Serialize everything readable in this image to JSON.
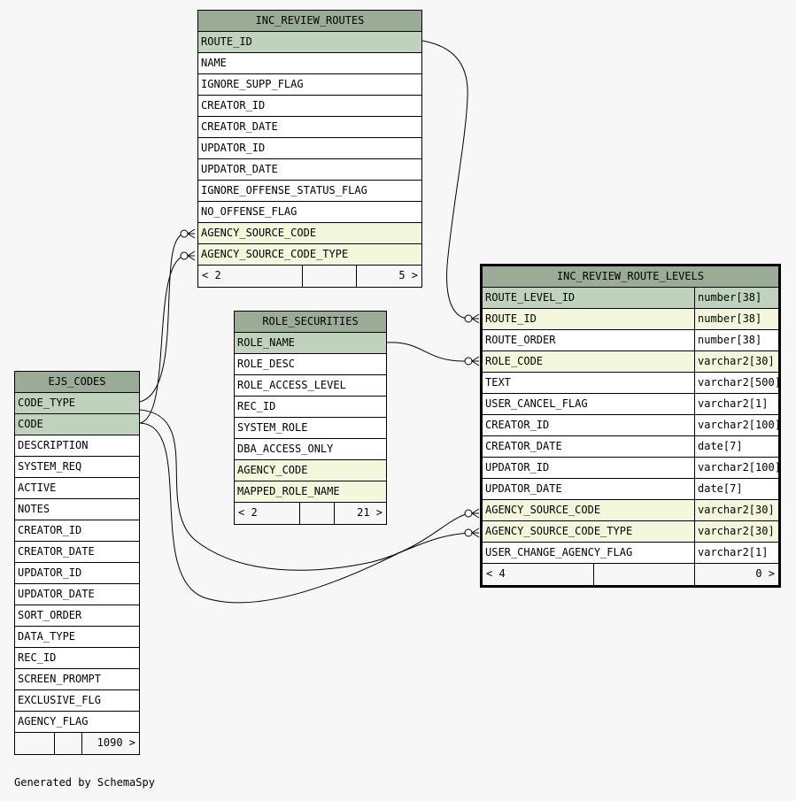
{
  "tables": {
    "routes": {
      "name": "INC_REVIEW_ROUTES",
      "columns": [
        {
          "name": "ROUTE_ID",
          "kind": "pk"
        },
        {
          "name": "NAME",
          "kind": ""
        },
        {
          "name": "IGNORE_SUPP_FLAG",
          "kind": ""
        },
        {
          "name": "CREATOR_ID",
          "kind": ""
        },
        {
          "name": "CREATOR_DATE",
          "kind": ""
        },
        {
          "name": "UPDATOR_ID",
          "kind": ""
        },
        {
          "name": "UPDATOR_DATE",
          "kind": ""
        },
        {
          "name": "IGNORE_OFFENSE_STATUS_FLAG",
          "kind": ""
        },
        {
          "name": "NO_OFFENSE_FLAG",
          "kind": ""
        },
        {
          "name": "AGENCY_SOURCE_CODE",
          "kind": "fk"
        },
        {
          "name": "AGENCY_SOURCE_CODE_TYPE",
          "kind": "fk"
        }
      ],
      "footer": {
        "parents": "< 2",
        "middle": "",
        "children": "5 >"
      }
    },
    "roles": {
      "name": "ROLE_SECURITIES",
      "columns": [
        {
          "name": "ROLE_NAME",
          "kind": "pk"
        },
        {
          "name": "ROLE_DESC",
          "kind": ""
        },
        {
          "name": "ROLE_ACCESS_LEVEL",
          "kind": ""
        },
        {
          "name": "REC_ID",
          "kind": ""
        },
        {
          "name": "SYSTEM_ROLE",
          "kind": ""
        },
        {
          "name": "DBA_ACCESS_ONLY",
          "kind": ""
        },
        {
          "name": "AGENCY_CODE",
          "kind": "fk"
        },
        {
          "name": "MAPPED_ROLE_NAME",
          "kind": "fk"
        }
      ],
      "footer": {
        "parents": "< 2",
        "middle": "",
        "children": "21 >"
      }
    },
    "ejs": {
      "name": "EJS_CODES",
      "columns": [
        {
          "name": "CODE_TYPE",
          "kind": "pk"
        },
        {
          "name": "CODE",
          "kind": "pk"
        },
        {
          "name": "DESCRIPTION",
          "kind": ""
        },
        {
          "name": "SYSTEM_REQ",
          "kind": ""
        },
        {
          "name": "ACTIVE",
          "kind": ""
        },
        {
          "name": "NOTES",
          "kind": ""
        },
        {
          "name": "CREATOR_ID",
          "kind": ""
        },
        {
          "name": "CREATOR_DATE",
          "kind": ""
        },
        {
          "name": "UPDATOR_ID",
          "kind": ""
        },
        {
          "name": "UPDATOR_DATE",
          "kind": ""
        },
        {
          "name": "SORT_ORDER",
          "kind": ""
        },
        {
          "name": "DATA_TYPE",
          "kind": ""
        },
        {
          "name": "REC_ID",
          "kind": ""
        },
        {
          "name": "SCREEN_PROMPT",
          "kind": ""
        },
        {
          "name": "EXCLUSIVE_FLG",
          "kind": ""
        },
        {
          "name": "AGENCY_FLAG",
          "kind": ""
        }
      ],
      "footer": {
        "parents": "",
        "middle": "",
        "children": "1090 >"
      }
    },
    "levels": {
      "name": "INC_REVIEW_ROUTE_LEVELS",
      "columns": [
        {
          "name": "ROUTE_LEVEL_ID",
          "type": "number[38]",
          "kind": "pk"
        },
        {
          "name": "ROUTE_ID",
          "type": "number[38]",
          "kind": "fk"
        },
        {
          "name": "ROUTE_ORDER",
          "type": "number[38]",
          "kind": ""
        },
        {
          "name": "ROLE_CODE",
          "type": "varchar2[30]",
          "kind": "fk"
        },
        {
          "name": "TEXT",
          "type": "varchar2[500]",
          "kind": ""
        },
        {
          "name": "USER_CANCEL_FLAG",
          "type": "varchar2[1]",
          "kind": ""
        },
        {
          "name": "CREATOR_ID",
          "type": "varchar2[100]",
          "kind": ""
        },
        {
          "name": "CREATOR_DATE",
          "type": "date[7]",
          "kind": ""
        },
        {
          "name": "UPDATOR_ID",
          "type": "varchar2[100]",
          "kind": ""
        },
        {
          "name": "UPDATOR_DATE",
          "type": "date[7]",
          "kind": ""
        },
        {
          "name": "AGENCY_SOURCE_CODE",
          "type": "varchar2[30]",
          "kind": "fk"
        },
        {
          "name": "AGENCY_SOURCE_CODE_TYPE",
          "type": "varchar2[30]",
          "kind": "fk"
        },
        {
          "name": "USER_CHANGE_AGENCY_FLAG",
          "type": "varchar2[1]",
          "kind": ""
        }
      ],
      "footer": {
        "parents": "< 4",
        "middle": "",
        "children": "0 >"
      }
    }
  },
  "colors": {
    "header": "#9aab96",
    "primary_key": "#bfd2bb",
    "foreign_key": "#f4f7da",
    "background": "#f7f7f7"
  },
  "generated_by": "Generated by SchemaSpy"
}
